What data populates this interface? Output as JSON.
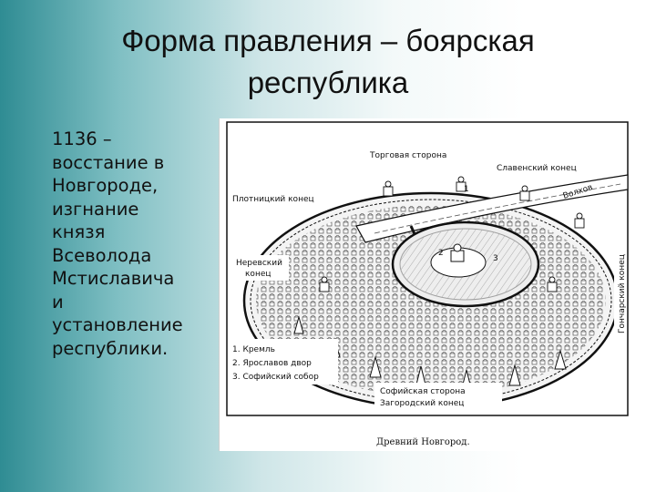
{
  "slide": {
    "title_lines": [
      "Форма правления – боярская",
      "республика"
    ],
    "body_lines": [
      "1136 –",
      "восстание в",
      "Новгороде,",
      "изгнание",
      "князя",
      "Всеволода",
      "Мстиславича",
      "и",
      "установление",
      "республики."
    ]
  },
  "map": {
    "labels": {
      "torgovaya": "Торговая сторона",
      "slavensky": "Славенский конец",
      "plotnitsky": "Плотницкий конец",
      "volkhov": "Волхов",
      "nerevsky_1": "Неревский",
      "nerevsky_2": "конец",
      "goncharsky": "Гончарский конец",
      "sofiyskaya": "Софийская сторона",
      "zagorodsky": "Загородский конец"
    },
    "legend": [
      "1. Кремль",
      "2. Ярославов двор",
      "3. Софийский собор"
    ],
    "numbers": [
      "1",
      "2",
      "3"
    ],
    "caption": "Древний Новгород."
  }
}
